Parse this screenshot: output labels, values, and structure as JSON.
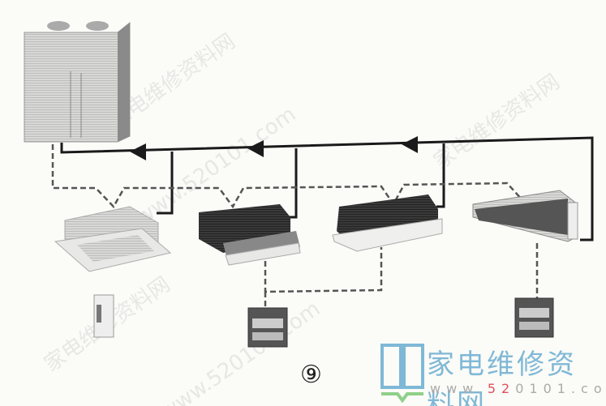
{
  "figure_label": "⑨",
  "watermark": {
    "text_cn": "家电维修资料网",
    "url_prefix": "www.",
    "url_highlight": "52",
    "url_rest": "0101.com",
    "diagonal_text": "www.520101.com"
  },
  "colors": {
    "pipe": "#1a1a1a",
    "logo_blue": "#7fb8d6",
    "logo_green": "#8fd08a",
    "logo_red": "#e0505a"
  }
}
